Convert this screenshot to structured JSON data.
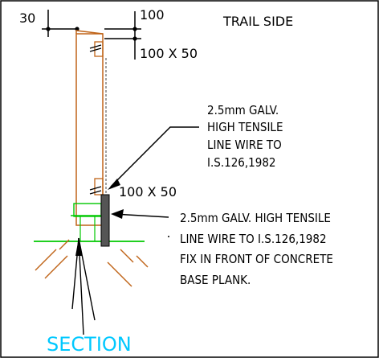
{
  "dims": {
    "left_offset": "30",
    "top_offset": "100",
    "top_rail": "100 X 50",
    "bottom_rail": "100 X 50"
  },
  "heading": "TRAIL SIDE",
  "callouts": {
    "line_wire": [
      "2.5mm GALV.",
      "HIGH TENSILE",
      "LINE WIRE TO",
      "I.S.126,1982"
    ],
    "base_wire": [
      "2.5mm GALV. HIGH TENSILE",
      "LINE WIRE TO I.S.126,1982",
      "FIX IN FRONT OF CONCRETE",
      "BASE PLANK."
    ]
  },
  "section_label": "SECTION",
  "colors": {
    "post": "#c06418",
    "ground": "#00c800",
    "hatch": "#c06418",
    "wire": "#888888",
    "base_plank": "#555555",
    "section_text": "#00c8ff",
    "border": "#000000"
  }
}
